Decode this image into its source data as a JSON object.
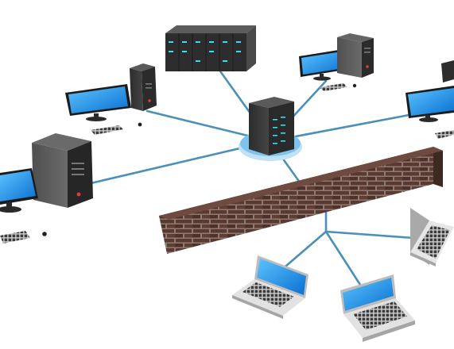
{
  "diagram": {
    "nodes": [
      {
        "id": "central-server",
        "kind": "server-tower"
      },
      {
        "id": "rack-server",
        "kind": "server-rack"
      },
      {
        "id": "workstation-top-left",
        "kind": "desktop"
      },
      {
        "id": "workstation-top-right",
        "kind": "desktop"
      },
      {
        "id": "workstation-right",
        "kind": "desktop"
      },
      {
        "id": "workstation-left",
        "kind": "desktop"
      },
      {
        "id": "firewall",
        "kind": "brick-wall"
      },
      {
        "id": "laptop-left",
        "kind": "laptop"
      },
      {
        "id": "laptop-middle",
        "kind": "laptop"
      },
      {
        "id": "laptop-right",
        "kind": "laptop"
      }
    ],
    "links": [
      {
        "from": "central-server",
        "to": "rack-server"
      },
      {
        "from": "central-server",
        "to": "workstation-top-left"
      },
      {
        "from": "central-server",
        "to": "workstation-top-right"
      },
      {
        "from": "central-server",
        "to": "workstation-right"
      },
      {
        "from": "central-server",
        "to": "workstation-left"
      },
      {
        "from": "central-server",
        "to": "firewall"
      },
      {
        "from": "firewall",
        "to": "laptop-left"
      },
      {
        "from": "firewall",
        "to": "laptop-middle"
      },
      {
        "from": "firewall",
        "to": "laptop-right"
      }
    ]
  },
  "colors": {
    "link": "#4a90b8",
    "screen": "#1a8fe6",
    "case": "#3a3a3a",
    "case_dark": "#222222",
    "led": "#2ee0f0",
    "power_led": "#e53935",
    "brick": "#5a3a30",
    "mortar": "#8e7a72",
    "hub": "#7ec3ec",
    "laptop_body": "#dcdcdc"
  }
}
